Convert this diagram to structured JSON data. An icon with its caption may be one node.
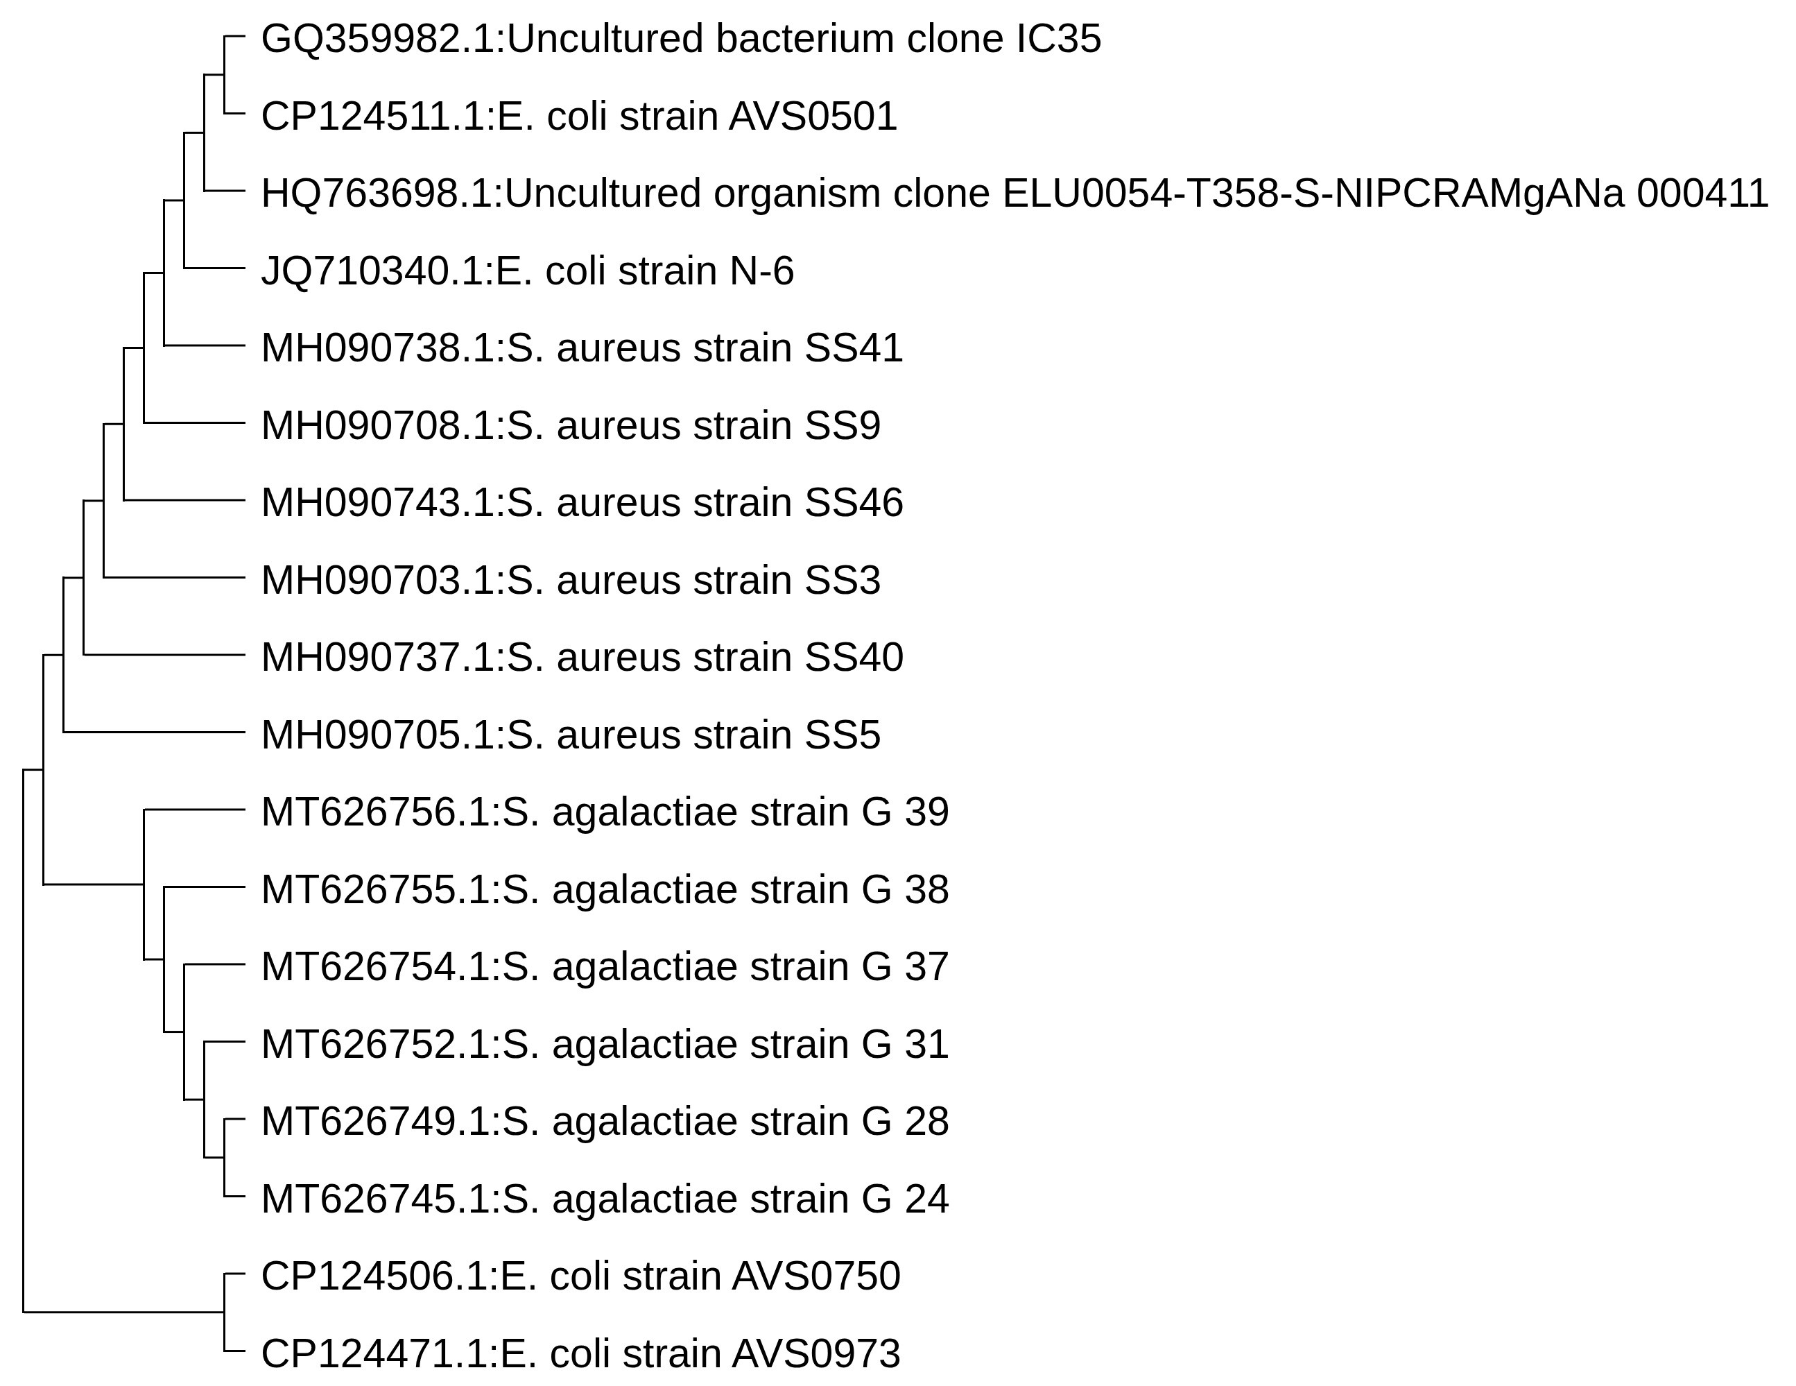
{
  "diagram": {
    "nodes": [
      {
        "text": [
          "GQ359982.1:Uncultured bacterium clone IC35"
        ]
      },
      {
        "text": [
          "CP124511.1:E. coli strain AVS0501"
        ]
      },
      {
        "text": [
          "HQ763698.1:Uncultured organism clone ELU0054-T358-S-NIPCRAMgANa 000411"
        ]
      },
      {
        "text": [
          "JQ710340.1:E. coli strain N-6"
        ]
      },
      {
        "text": [
          "MH090738.1:S. aureus strain SS41"
        ]
      },
      {
        "text": [
          "MH090708.1:S. aureus strain SS9"
        ]
      },
      {
        "text": [
          "MH090743.1:S. aureus strain SS46"
        ]
      },
      {
        "text": [
          "MH090703.1:S. aureus strain SS3"
        ]
      },
      {
        "text": [
          "MH090737.1:S. aureus strain SS40"
        ]
      },
      {
        "text": [
          "MH090705.1:S. aureus strain SS5"
        ]
      },
      {
        "text": [
          "MT626756.1:S. agalactiae strain G 39"
        ]
      },
      {
        "text": [
          "MT626755.1:S. agalactiae strain G 38"
        ]
      },
      {
        "text": [
          "MT626754.1:S. agalactiae strain G 37"
        ]
      },
      {
        "text": [
          "MT626752.1:S. agalactiae strain G 31"
        ]
      },
      {
        "text": [
          "MT626749.1:S. agalactiae strain G 28"
        ]
      },
      {
        "text": [
          "MT626745.1:S. agalactiae strain G 24"
        ]
      },
      {
        "text": [
          "CP124506.1:E. coli strain AVS0750"
        ]
      },
      {
        "text": [
          "CP124471.1:E. coli strain AVS0973"
        ]
      },
      {
        "text": [],
        "shape": "bar"
      },
      {
        "text": [],
        "shape": "bar"
      },
      {
        "text": [],
        "shape": "bar"
      },
      {
        "text": [],
        "shape": "bar"
      },
      {
        "text": [],
        "shape": "bar"
      },
      {
        "text": [],
        "shape": "bar"
      },
      {
        "text": [],
        "shape": "bar"
      },
      {
        "text": [],
        "shape": "bar"
      },
      {
        "text": [],
        "shape": "bar"
      },
      {
        "text": [],
        "shape": "bar"
      },
      {
        "text": [],
        "shape": "bar"
      },
      {
        "text": [],
        "shape": "bar"
      },
      {
        "text": [],
        "shape": "bar"
      },
      {
        "text": [],
        "shape": "bar"
      },
      {
        "text": [],
        "shape": "bar"
      },
      {
        "text": [],
        "shape": "bar"
      },
      {
        "text": [],
        "shape": "bar"
      }
    ],
    "edges": [
      {
        "from": 18,
        "to": 0,
        "arrow": "none"
      },
      {
        "from": 18,
        "to": 1,
        "arrow": "none"
      },
      {
        "from": 19,
        "to": 18,
        "arrow": "none"
      },
      {
        "from": 19,
        "to": 2,
        "arrow": "none"
      },
      {
        "from": 20,
        "to": 19,
        "arrow": "none"
      },
      {
        "from": 20,
        "to": 3,
        "arrow": "none"
      },
      {
        "from": 21,
        "to": 20,
        "arrow": "none"
      },
      {
        "from": 21,
        "to": 4,
        "arrow": "none"
      },
      {
        "from": 22,
        "to": 21,
        "arrow": "none"
      },
      {
        "from": 22,
        "to": 5,
        "arrow": "none"
      },
      {
        "from": 23,
        "to": 22,
        "arrow": "none"
      },
      {
        "from": 23,
        "to": 6,
        "arrow": "none"
      },
      {
        "from": 24,
        "to": 23,
        "arrow": "none"
      },
      {
        "from": 24,
        "to": 7,
        "arrow": "none"
      },
      {
        "from": 25,
        "to": 24,
        "arrow": "none"
      },
      {
        "from": 25,
        "to": 8,
        "arrow": "none"
      },
      {
        "from": 26,
        "to": 25,
        "arrow": "none"
      },
      {
        "from": 26,
        "to": 9,
        "arrow": "none"
      },
      {
        "from": 27,
        "to": 26,
        "arrow": "none"
      },
      {
        "from": 27,
        "to": 28,
        "arrow": "none"
      },
      {
        "from": 28,
        "to": 10,
        "arrow": "none"
      },
      {
        "from": 28,
        "to": 29,
        "arrow": "none"
      },
      {
        "from": 29,
        "to": 11,
        "arrow": "none"
      },
      {
        "from": 29,
        "to": 30,
        "arrow": "none"
      },
      {
        "from": 30,
        "to": 12,
        "arrow": "none"
      },
      {
        "from": 30,
        "to": 31,
        "arrow": "none"
      },
      {
        "from": 31,
        "to": 13,
        "arrow": "none"
      },
      {
        "from": 31,
        "to": 32,
        "arrow": "none"
      },
      {
        "from": 32,
        "to": 14,
        "arrow": "none"
      },
      {
        "from": 32,
        "to": 15,
        "arrow": "none"
      },
      {
        "from": 33,
        "to": 16,
        "arrow": "none"
      },
      {
        "from": 33,
        "to": 17,
        "arrow": "none"
      },
      {
        "from": 34,
        "to": 27,
        "arrow": "none"
      },
      {
        "from": 34,
        "to": 33,
        "arrow": "none"
      }
    ]
  }
}
